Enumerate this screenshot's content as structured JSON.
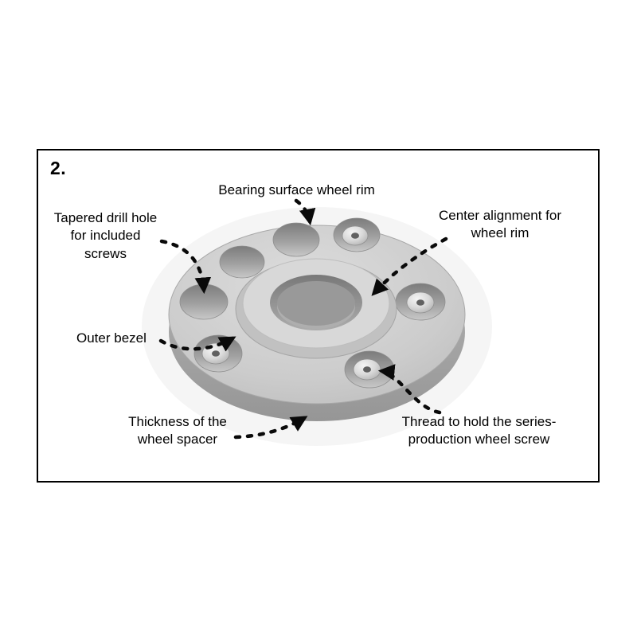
{
  "figure": {
    "step": "2.",
    "labels": {
      "bearing_surface": "Bearing surface wheel rim",
      "tapered_drill_hole": "Tapered drill hole for included screws",
      "center_alignment": "Center alignment for wheel rim",
      "outer_bezel": "Outer bezel",
      "thickness": "Thickness of the wheel spacer",
      "thread": "Thread to hold the series-production wheel screw"
    },
    "colors": {
      "background": "#ffffff",
      "frame_border": "#000000",
      "text": "#000000",
      "arrow": "#0a0a0a",
      "spacer_light": "#d7d7d7",
      "spacer_mid": "#c2c2c2",
      "spacer_dark": "#8d8d8d"
    }
  }
}
